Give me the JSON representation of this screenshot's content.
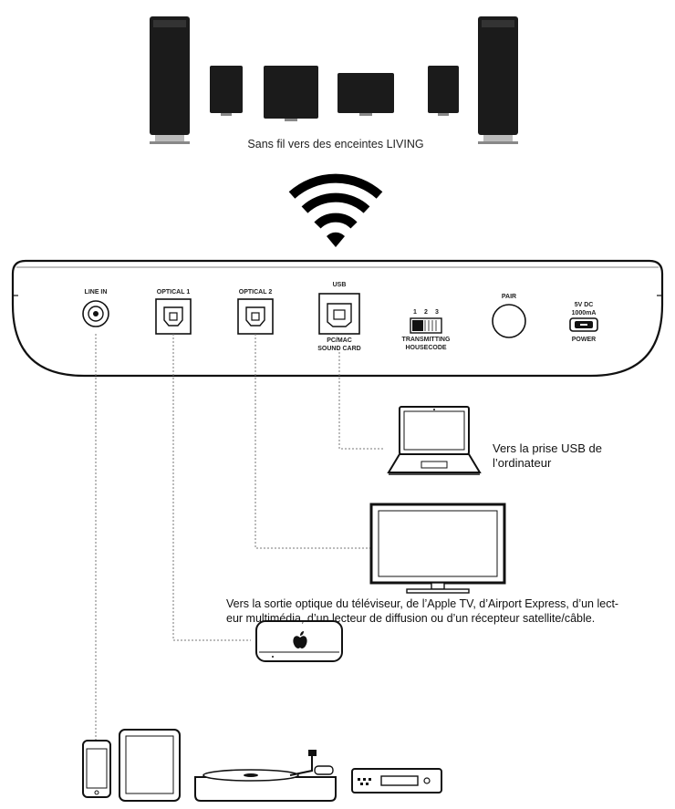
{
  "speakers": {
    "caption": "Sans fil vers des enceintes LIVING"
  },
  "hub": {
    "ports": {
      "line_in": "LINE IN",
      "optical_1": "OPTICAL 1",
      "optical_2": "OPTICAL 2",
      "usb": "USB",
      "usb_sub_1": "PC/MAC",
      "usb_sub_2": "SOUND CARD",
      "switch_numbers": [
        "1",
        "2",
        "3"
      ],
      "transmitting": "TRANSMITTING",
      "housecode": "HOUSECODE",
      "pair": "PAIR",
      "power_top_1": "5V DC",
      "power_top_2": "1000mA",
      "power": "POWER"
    }
  },
  "labels": {
    "usb_line_1": "Vers la prise USB de",
    "usb_line_2": "l’ordinateur",
    "optical_line_1": "Vers la sortie optique du téléviseur, de l’Apple TV, d’Airport Express, d’un lect-",
    "optical_line_2": "eur multimédia, d’un lecteur de diffusion ou d’un récepteur satellite/câble."
  }
}
